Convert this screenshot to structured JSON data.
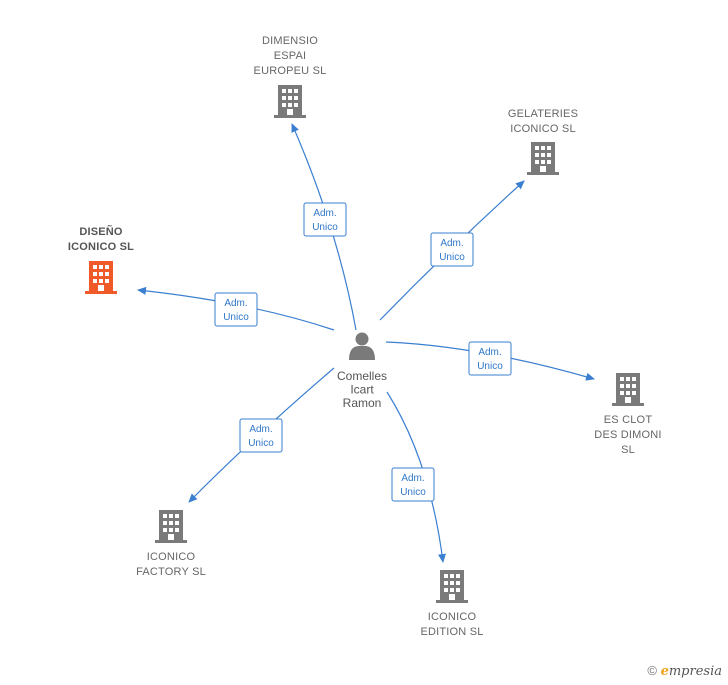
{
  "center": {
    "name_lines": [
      "Comelles",
      "Icart",
      "Ramon"
    ],
    "icon": "person-icon"
  },
  "edge_label_lines": [
    "Adm.",
    "Unico"
  ],
  "companies": [
    {
      "id": "dimensio",
      "name_lines": [
        "DIMENSIO",
        "ESPAI",
        "EUROPEU SL"
      ],
      "highlight": false
    },
    {
      "id": "gelateries",
      "name_lines": [
        "GELATERIES",
        "ICONICO  SL"
      ],
      "highlight": false
    },
    {
      "id": "diseno",
      "name_lines": [
        "DISEÑO",
        "ICONICO  SL"
      ],
      "highlight": true
    },
    {
      "id": "es-clot",
      "name_lines": [
        "ES CLOT",
        "DES DIMONI",
        "SL"
      ],
      "highlight": false
    },
    {
      "id": "factory",
      "name_lines": [
        "ICONICO",
        "FACTORY  SL"
      ],
      "highlight": false
    },
    {
      "id": "edition",
      "name_lines": [
        "ICONICO",
        "EDITION  SL"
      ],
      "highlight": false
    }
  ],
  "colors": {
    "edge": "#3a7fd0",
    "building": "#7a7a7a",
    "building_highlight": "#f05a28",
    "person": "#7a7a7a"
  },
  "watermark": {
    "symbol": "©",
    "brand_initial": "e",
    "brand_rest": "mpresia"
  }
}
